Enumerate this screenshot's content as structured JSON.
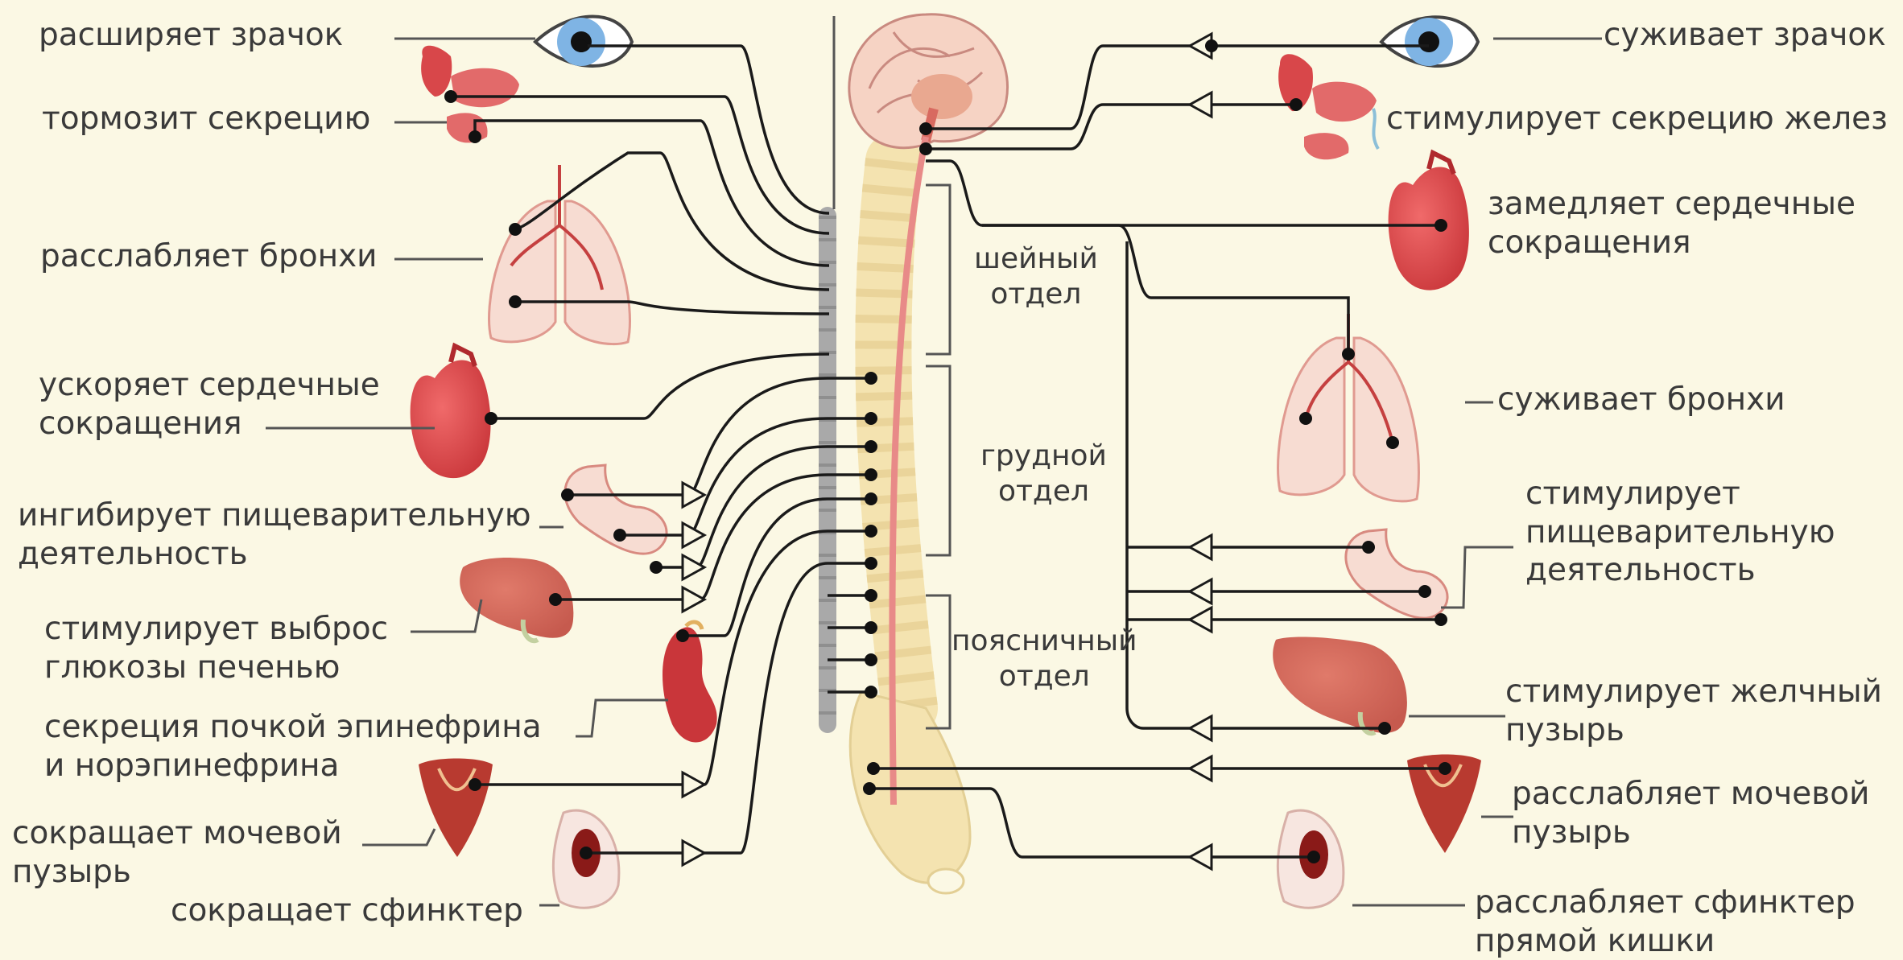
{
  "colors": {
    "background": "#fbf8e4",
    "line": "#1a1a1a",
    "label_text": "#3a3a3a",
    "organ_red": "#d8474a",
    "organ_pink": "#f2cfc8",
    "spine_bone": "#f4e3b0",
    "sympathetic_chain": "#a9a9a9",
    "spinal_cord": "#e88a88"
  },
  "sympathetic": {
    "pupil": "расширяет зрачок",
    "salivary": "тормозит секрецию",
    "bronchi": "расслабляет бронхи",
    "heart": "ускоряет сердечные\nсокращения",
    "digestion": "ингибирует пищеварительную\nдеятельность",
    "liver": "стимулирует выброс\nглюкозы печенью",
    "kidney": "секреция почкой эпинефрина\nи норэпинефрина",
    "bladder": "сокращает мочевой\nпузырь",
    "sphincter": "сокращает сфинктер"
  },
  "parasympathetic": {
    "pupil": "суживает зрачок",
    "salivary": "стимулирует секрецию желез",
    "heart": "замедляет сердечные\nсокращения",
    "bronchi": "суживает бронхи",
    "digestion": "стимулирует\nпищеварительную\nдеятельность",
    "gallbladder": "стимулирует желчный\nпузырь",
    "bladder": "расслабляет мочевой\nпузырь",
    "sphincter": "расслабляет сфинктер\nпрямой кишки"
  },
  "spine_regions": {
    "cervical": "шейный\nотдел",
    "thoracic": "грудной\nотдел",
    "lumbar": "поясничный\nотдел"
  }
}
